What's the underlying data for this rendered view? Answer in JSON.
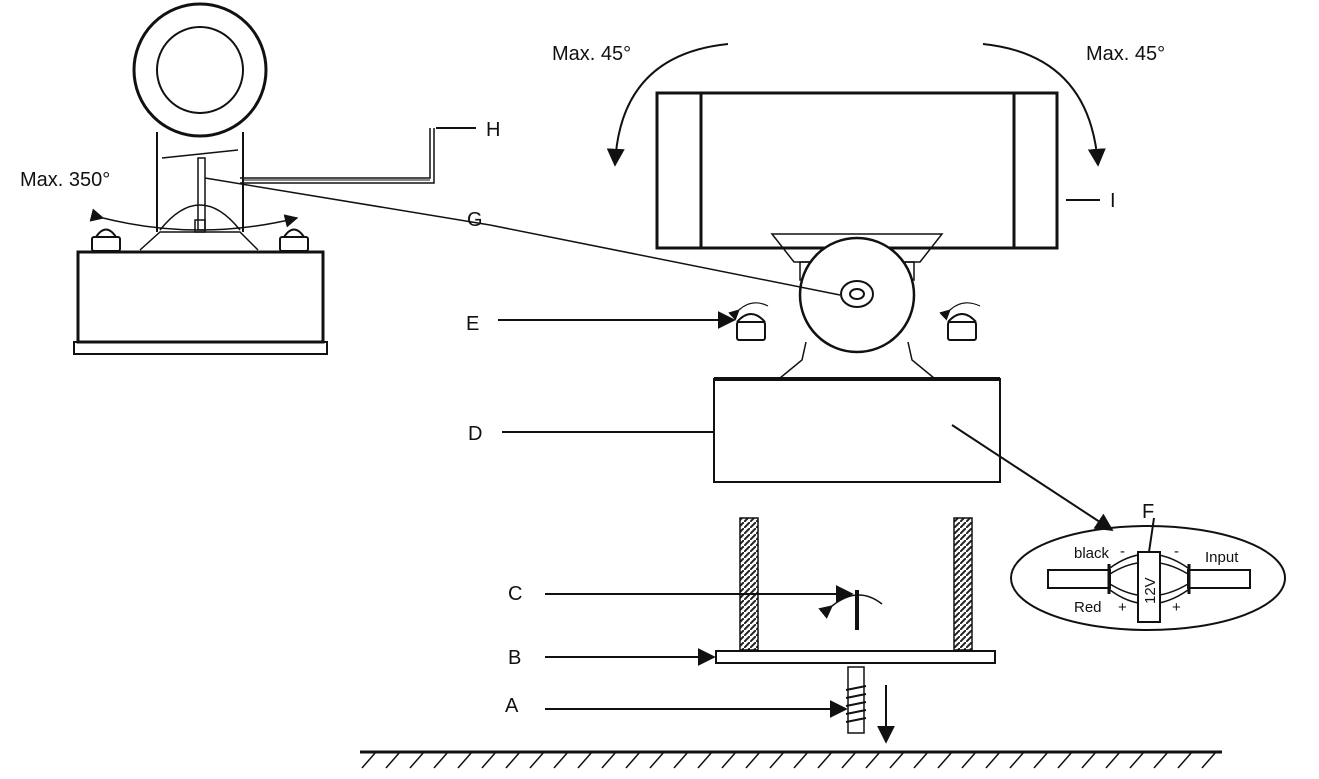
{
  "labels": {
    "max_left": "Max. 45°",
    "max_right": "Max. 45°",
    "max_rotate": "Max. 350°",
    "A": "A",
    "B": "B",
    "C": "C",
    "D": "D",
    "E": "E",
    "F": "F",
    "G": "G",
    "H": "H",
    "I": "I"
  },
  "wiring": {
    "black": "black",
    "red": "Red",
    "input": "Input",
    "voltage": "12V",
    "minus": "-",
    "plus": "+"
  }
}
